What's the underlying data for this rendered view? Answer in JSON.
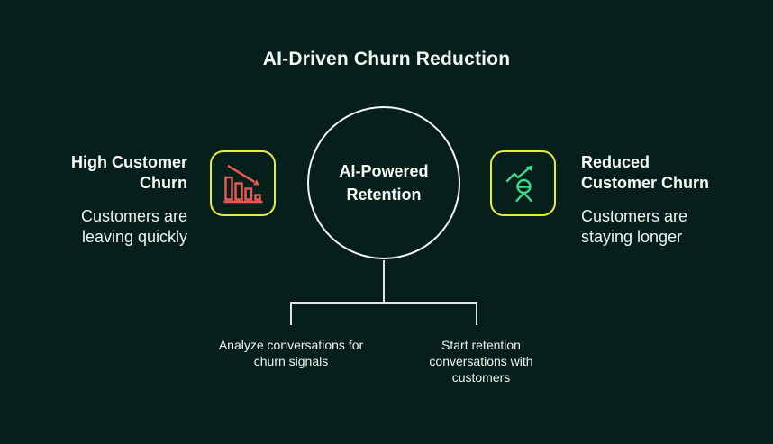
{
  "title": "AI-Driven Churn Reduction",
  "center_node": {
    "label": "AI-Powered Retention"
  },
  "left_node": {
    "heading": "High Customer Churn",
    "description": "Customers are leaving quickly",
    "icon": "declining-bar-chart"
  },
  "right_node": {
    "heading": "Reduced Customer Churn",
    "description": "Customers are staying longer",
    "icon": "person-rising-trend"
  },
  "branches": [
    {
      "label": "Analyze conversations for churn signals"
    },
    {
      "label": "Start retention conversations with customers"
    }
  ],
  "colors": {
    "background": "#071f1b",
    "text": "#f1f7f3",
    "accent_yellow": "#ebeb3f",
    "accent_red": "#e25a52",
    "accent_green": "#3fd98c",
    "connector_line": "#dde6e2"
  }
}
